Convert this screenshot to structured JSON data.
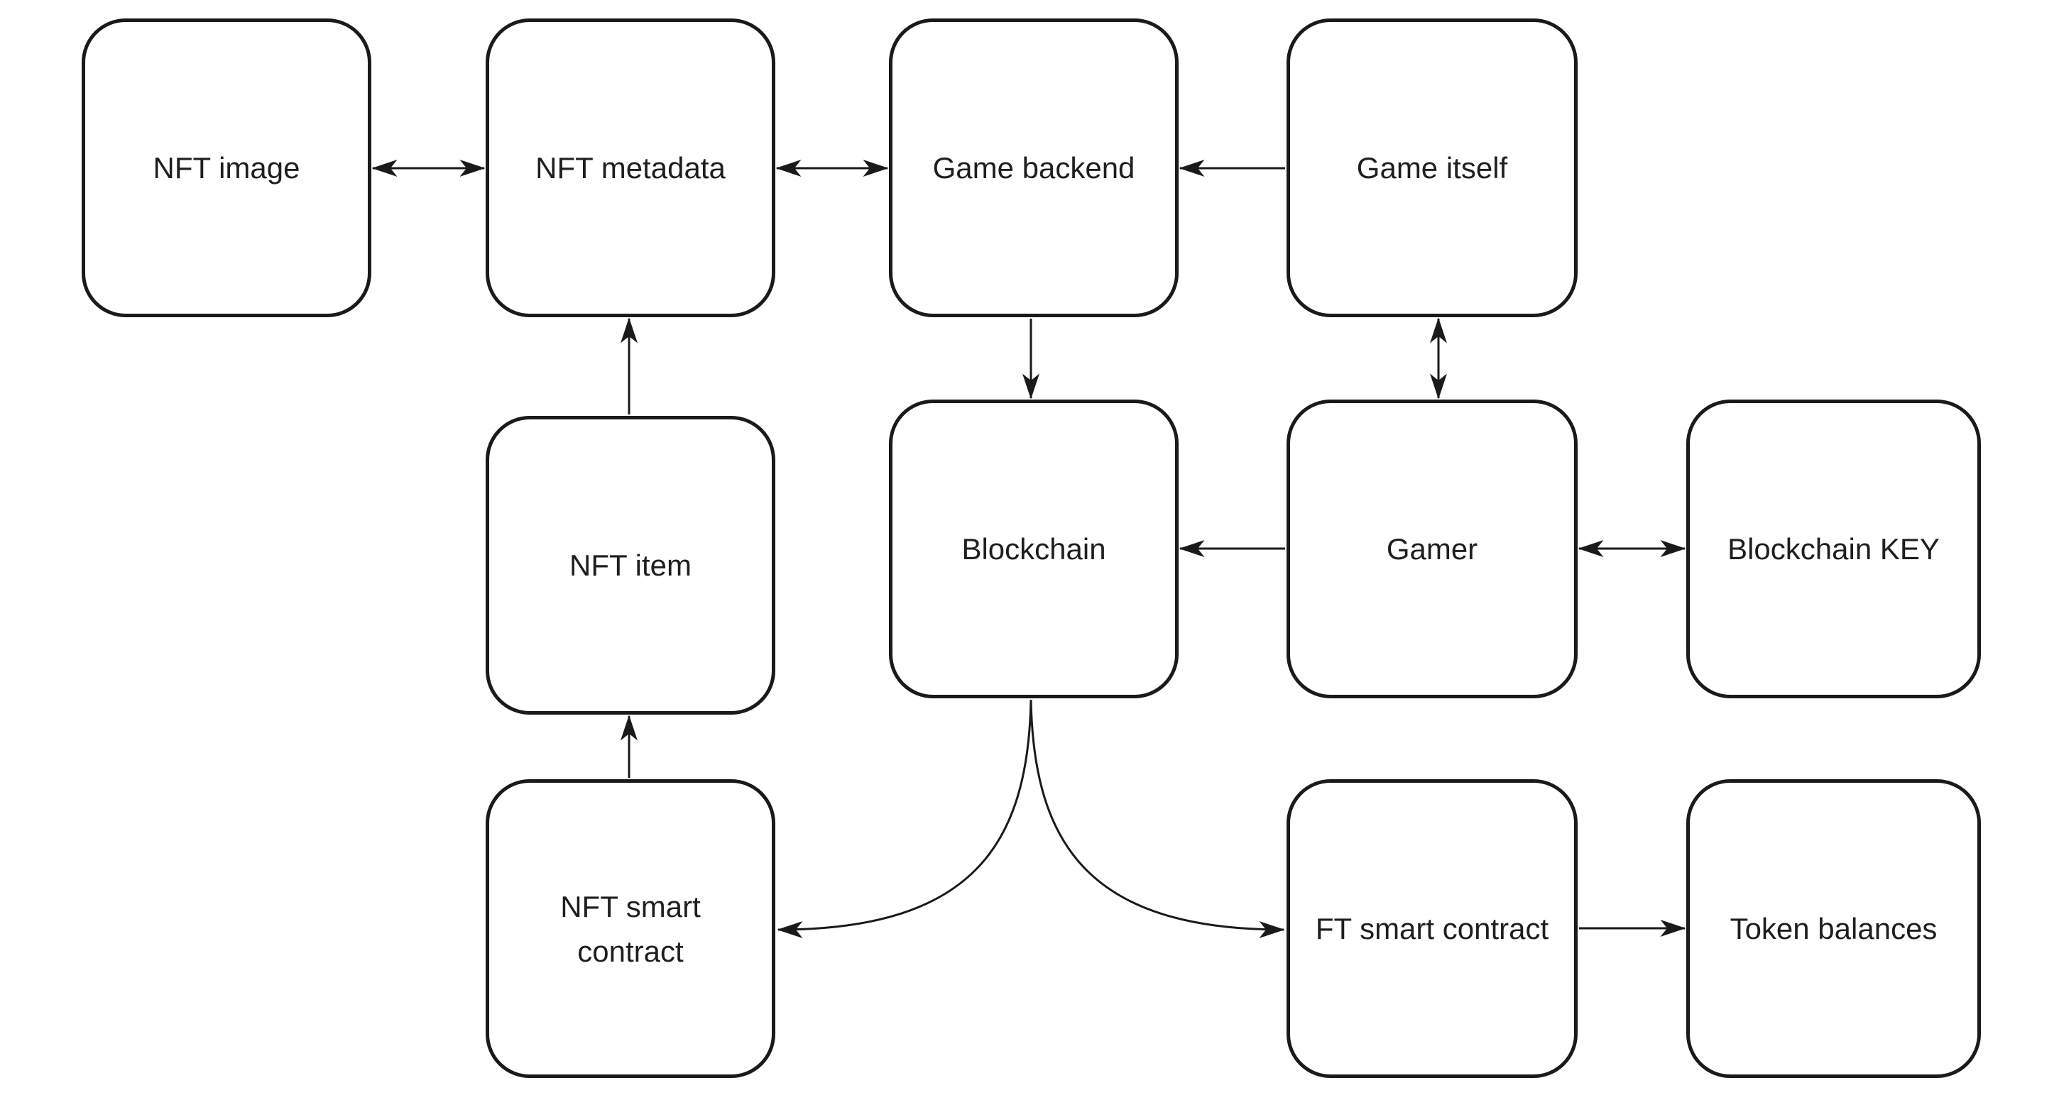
{
  "diagram": {
    "background_color": "#ffffff",
    "stroke_color": "#1a1a1a",
    "text_color": "#1e1e1e",
    "nodes": {
      "nft_image": {
        "label": "NFT image"
      },
      "nft_metadata": {
        "label": "NFT metadata"
      },
      "game_backend": {
        "label": "Game backend"
      },
      "game_itself": {
        "label": "Game itself"
      },
      "nft_item": {
        "label": "NFT item"
      },
      "blockchain": {
        "label": "Blockchain"
      },
      "gamer": {
        "label": "Gamer"
      },
      "blockchain_key": {
        "label": "Blockchain KEY"
      },
      "nft_smart_contract": {
        "label": "NFT smart contract"
      },
      "ft_smart_contract": {
        "label": "FT smart contract"
      },
      "token_balances": {
        "label": "Token balances"
      }
    },
    "edges": [
      {
        "from": "NFT image",
        "to": "NFT metadata",
        "arrows": "both",
        "style": "straight"
      },
      {
        "from": "NFT metadata",
        "to": "Game backend",
        "arrows": "both",
        "style": "straight"
      },
      {
        "from": "Game itself",
        "to": "Game backend",
        "arrows": "single",
        "style": "straight"
      },
      {
        "from": "Game backend",
        "to": "Blockchain",
        "arrows": "single",
        "style": "straight"
      },
      {
        "from": "NFT item",
        "to": "NFT metadata",
        "arrows": "single",
        "style": "straight"
      },
      {
        "from": "Game itself",
        "to": "Gamer",
        "arrows": "both",
        "style": "straight"
      },
      {
        "from": "Gamer",
        "to": "Blockchain",
        "arrows": "single",
        "style": "straight"
      },
      {
        "from": "Gamer",
        "to": "Blockchain KEY",
        "arrows": "both",
        "style": "straight"
      },
      {
        "from": "NFT smart contract",
        "to": "NFT item",
        "arrows": "single",
        "style": "straight"
      },
      {
        "from": "Blockchain",
        "to": "NFT smart contract",
        "arrows": "single",
        "style": "curved"
      },
      {
        "from": "Blockchain",
        "to": "FT smart contract",
        "arrows": "single",
        "style": "curved"
      },
      {
        "from": "FT smart contract",
        "to": "Token balances",
        "arrows": "single",
        "style": "straight"
      }
    ]
  }
}
